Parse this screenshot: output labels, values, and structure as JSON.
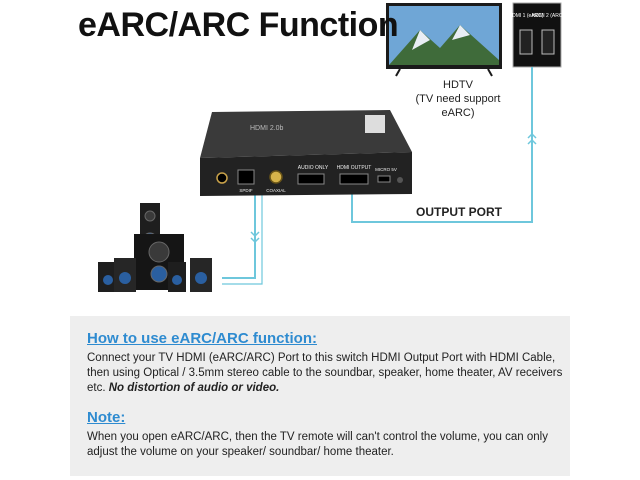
{
  "title": "eARC/ARC Function",
  "tv": {
    "name": "HDTV",
    "note": "(TV need support eARC)",
    "port1": "HDMI 1 (eARC)",
    "port2": "HDMI 2 (ARC)"
  },
  "device": {
    "audio_only": "AUDIO ONLY",
    "hdmi_output": "HDMI OUTPUT",
    "micro_5v": "MICRO 5V",
    "spdif": "SPDIF",
    "coaxial": "COAXIAL"
  },
  "output_port_label": "OUTPUT PORT",
  "info": {
    "heading1": "How to use eARC/ARC function:",
    "text1": "Connect your TV HDMI (eARC/ARC) Port to this switch HDMI Output Port with HDMI Cable, then using Optical / 3.5mm stereo cable to the soundbar, speaker, home theater, AV receivers etc.",
    "text1_emphasis": "No distortion of audio or video.",
    "heading2": "Note:",
    "text2": "When you open eARC/ARC, then the TV remote will can't control the volume, you can only adjust the volume on your speaker/ soundbar/ home theater."
  },
  "colors": {
    "accent": "#2e8bd0",
    "cable": "#6ec7dc",
    "device_body": "#2b2b2b"
  }
}
